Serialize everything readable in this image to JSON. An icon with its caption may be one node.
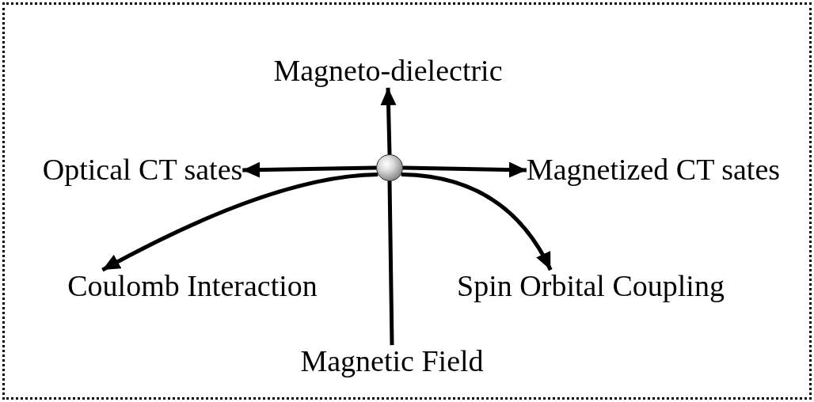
{
  "diagram": {
    "nodes": [
      {
        "text": [
          "Magneto-dielectric"
        ]
      },
      {
        "text": [
          "Optical CT sates"
        ]
      },
      {
        "text": [],
        "shape": "circle"
      },
      {
        "text": [
          "Magnetized CT sates"
        ]
      },
      {
        "text": [
          "Coulomb Interaction"
        ]
      },
      {
        "text": [
          "Spin Orbital Coupling"
        ]
      },
      {
        "text": [
          "Magnetic Field"
        ]
      }
    ],
    "edges": [
      {
        "from": 6,
        "to": 2,
        "arrow": "none"
      },
      {
        "from": 2,
        "to": 0,
        "arrow": "to"
      },
      {
        "from": 2,
        "to": 1,
        "arrow": "to"
      },
      {
        "from": 2,
        "to": 3,
        "arrow": "to"
      },
      {
        "from": 2,
        "to": 4,
        "arrow": "to"
      },
      {
        "from": 2,
        "to": 5,
        "arrow": "to"
      }
    ]
  }
}
